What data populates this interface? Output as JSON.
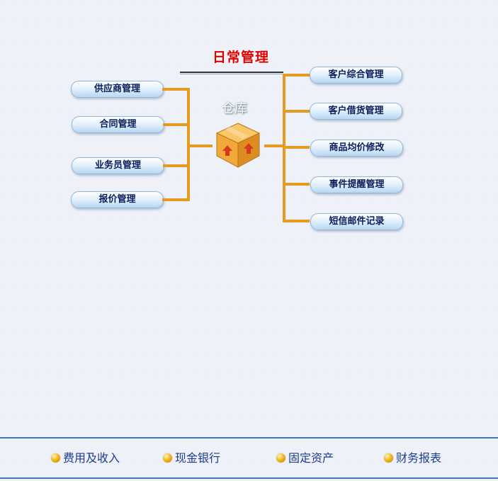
{
  "page": {
    "title": "日常管理",
    "center_label": "仓库",
    "center_icon": "warehouse-box-icon"
  },
  "left_menu": [
    {
      "label": "供应商管理"
    },
    {
      "label": "合同管理"
    },
    {
      "label": "业务员管理"
    },
    {
      "label": "报价管理"
    }
  ],
  "right_menu": [
    {
      "label": "客户综合管理"
    },
    {
      "label": "客户借货管理"
    },
    {
      "label": "商品均价修改"
    },
    {
      "label": "事件提醒管理"
    },
    {
      "label": "短信邮件记录"
    }
  ],
  "footer": {
    "items": [
      {
        "label": "费用及收入",
        "icon": "orange-dot-icon"
      },
      {
        "label": "现金银行",
        "icon": "orange-dot-icon"
      },
      {
        "label": "固定资产",
        "icon": "orange-dot-icon"
      },
      {
        "label": "财务报表",
        "icon": "orange-dot-icon"
      }
    ]
  },
  "colors": {
    "title": "#e00000",
    "connector": "#e69a1f",
    "menu_text": "#0b1e5c",
    "footer_text": "#1d3b8f",
    "footer_border": "#3a78c2"
  }
}
